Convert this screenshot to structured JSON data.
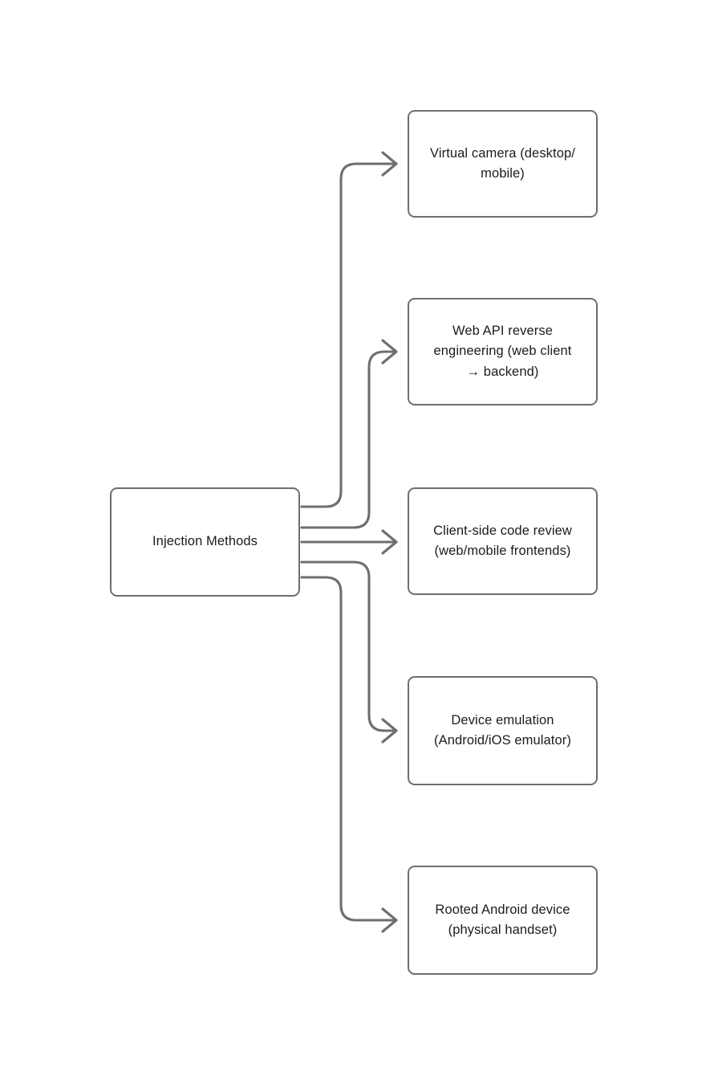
{
  "diagram": {
    "type": "flowchart",
    "orientation": "left-to-right",
    "title_node": "Injection Methods",
    "theme": {
      "background": "#ffffff",
      "stroke": "#6e6e6e",
      "node_fill": "#ffffff",
      "text": "#1c1c1c"
    },
    "source": {
      "id": "injection-methods",
      "label": "Injection Methods"
    },
    "targets": [
      {
        "id": "virtual-camera",
        "label": "Virtual camera (desktop/\nmobile)"
      },
      {
        "id": "web-api-reverse-engineering",
        "label": "Web API reverse\nengineering (web client\n→ backend)"
      },
      {
        "id": "client-side-code-review",
        "label": "Client-side code review\n(web/mobile frontends)"
      },
      {
        "id": "device-emulation",
        "label": "Device emulation\n(Android/iOS emulator)"
      },
      {
        "id": "rooted-android-device",
        "label": "Rooted Android device\n(physical handset)"
      }
    ],
    "edges": [
      {
        "from": "injection-methods",
        "to": "virtual-camera",
        "arrow": "open-v"
      },
      {
        "from": "injection-methods",
        "to": "web-api-reverse-engineering",
        "arrow": "open-v"
      },
      {
        "from": "injection-methods",
        "to": "client-side-code-review",
        "arrow": "open-v"
      },
      {
        "from": "injection-methods",
        "to": "device-emulation",
        "arrow": "open-v"
      },
      {
        "from": "injection-methods",
        "to": "rooted-android-device",
        "arrow": "open-v"
      }
    ]
  }
}
